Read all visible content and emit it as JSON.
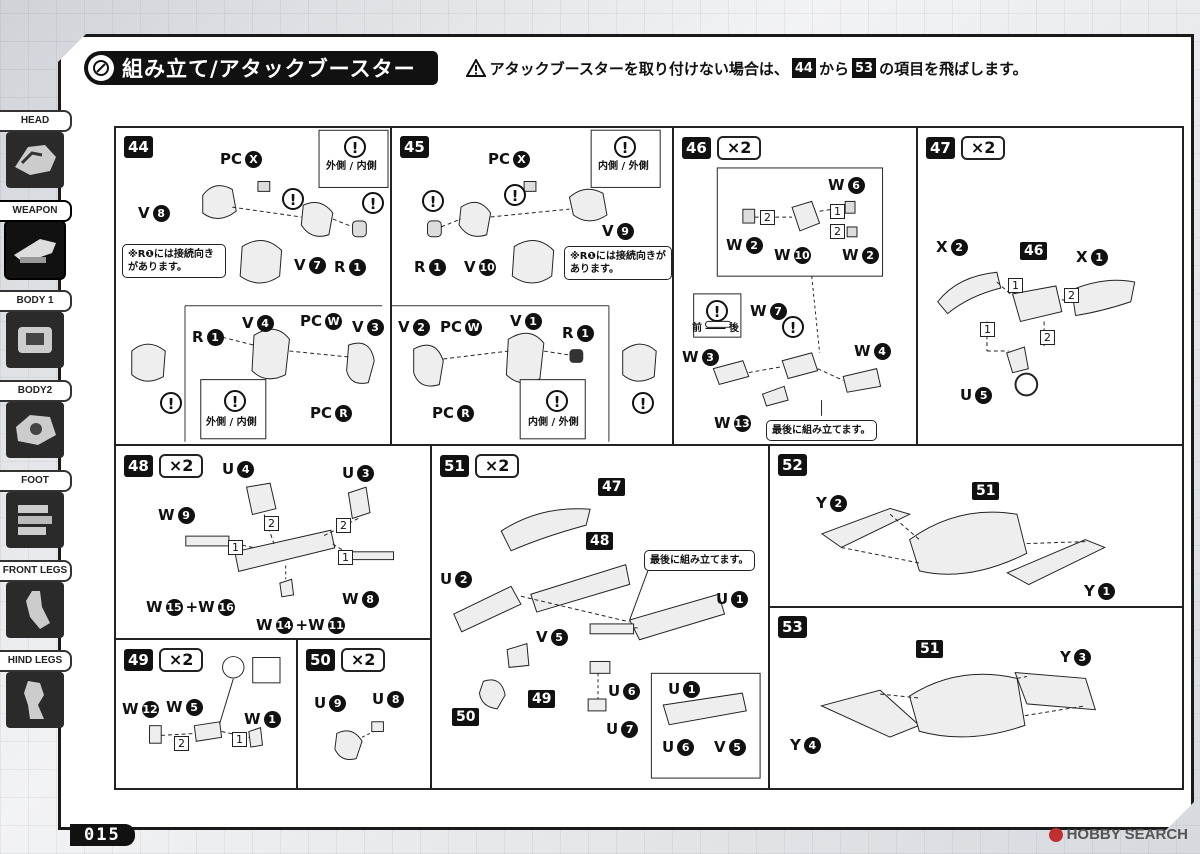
{
  "header": {
    "title": "組み立て/アタックブースター",
    "notice_prefix": "アタックブースターを取り付けない場合は、",
    "notice_from": "44",
    "notice_mid": "から",
    "notice_to": "53",
    "notice_suffix": "の項目を飛ばします。"
  },
  "sidebar": {
    "items": [
      {
        "label": "HEAD"
      },
      {
        "label": "WEAPON"
      },
      {
        "label": "BODY 1"
      },
      {
        "label": "BODY2"
      },
      {
        "label": "FOOT"
      },
      {
        "label": "FRONT LEGS"
      },
      {
        "label": "HIND LEGS"
      }
    ]
  },
  "steps": {
    "s44": {
      "num": "44",
      "pc1": "PC",
      "pc1n": "X",
      "v8": "V",
      "v8n": "8",
      "v7": "V",
      "v7n": "7",
      "r1": "R",
      "r1n": "1",
      "note": "※R❶には接続向きがあります。",
      "outer": "外側",
      "inner": "内側",
      "r1b": "R",
      "r1bn": "1",
      "v4": "V",
      "v4n": "4",
      "pcw": "PC",
      "pcwn": "W",
      "v3": "V",
      "v3n": "3",
      "pcr": "PC",
      "pcrn": "R",
      "outer2": "外側",
      "inner2": "内側"
    },
    "s45": {
      "num": "45",
      "pc1": "PC",
      "pc1n": "X",
      "r1": "R",
      "r1n": "1",
      "v10": "V",
      "v10n": "10",
      "v9": "V",
      "v9n": "9",
      "note": "※R❶には接続向きがあります。",
      "inner": "内側",
      "outer": "外側",
      "v2": "V",
      "v2n": "2",
      "pcw": "PC",
      "pcwn": "W",
      "v1": "V",
      "v1n": "1",
      "r1b": "R",
      "r1bn": "1",
      "pcr": "PC",
      "pcrn": "R",
      "inner2": "内側",
      "outer2": "外側"
    },
    "s46": {
      "num": "46",
      "mult": "×2",
      "w6": "W",
      "w6n": "6",
      "w2": "W",
      "w2n": "2",
      "w10": "W",
      "w10n": "10",
      "w2b": "W",
      "w2bn": "2",
      "front": "前",
      "back": "後",
      "w7": "W",
      "w7n": "7",
      "w3": "W",
      "w3n": "3",
      "w4": "W",
      "w4n": "4",
      "w13": "W",
      "w13n": "13",
      "last": "最後に組み立てます。"
    },
    "s47": {
      "num": "47",
      "mult": "×2",
      "x2": "X",
      "x2n": "2",
      "ref46": "46",
      "x1": "X",
      "x1n": "1",
      "u5": "U",
      "u5n": "5"
    },
    "s48": {
      "num": "48",
      "mult": "×2",
      "u4": "U",
      "u4n": "4",
      "u3": "U",
      "u3n": "3",
      "w9": "W",
      "w9n": "9",
      "w15": "W",
      "w15n": "15",
      "plus1": "+W",
      "w16n": "16",
      "w8": "W",
      "w8n": "8",
      "w14": "W",
      "w14n": "14",
      "plus2": "+W",
      "w11n": "11"
    },
    "s49": {
      "num": "49",
      "mult": "×2",
      "w12": "W",
      "w12n": "12",
      "w5": "W",
      "w5n": "5",
      "w1": "W",
      "w1n": "1"
    },
    "s50": {
      "num": "50",
      "mult": "×2",
      "u9": "U",
      "u9n": "9",
      "u8": "U",
      "u8n": "8"
    },
    "s51": {
      "num": "51",
      "mult": "×2",
      "ref47": "47",
      "ref48": "48",
      "last": "最後に組み立てます。",
      "u2": "U",
      "u2n": "2",
      "u1": "U",
      "u1n": "1",
      "v5": "V",
      "v5n": "5",
      "u6": "U",
      "u6n": "6",
      "u7": "U",
      "u7n": "7",
      "ref50": "50",
      "ref49": "49",
      "inset_u1": "U",
      "inset_u1n": "1",
      "inset_u6": "U",
      "inset_u6n": "6",
      "inset_v5": "V",
      "inset_v5n": "5"
    },
    "s52": {
      "num": "52",
      "y2": "Y",
      "y2n": "2",
      "ref51": "51",
      "y1": "Y",
      "y1n": "1"
    },
    "s53": {
      "num": "53",
      "ref51": "51",
      "y3": "Y",
      "y3n": "3",
      "y4": "Y",
      "y4n": "4"
    }
  },
  "box": {
    "b1": "1",
    "b2": "2"
  },
  "footer": {
    "page": "015",
    "watermark": "HOBBY SEARCH"
  }
}
